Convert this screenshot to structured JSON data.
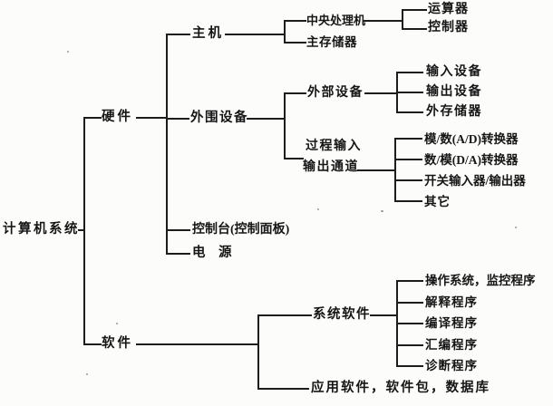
{
  "tree": {
    "root": {
      "label": "计算机系统"
    },
    "hardware": {
      "label": "硬件",
      "host": {
        "label": "主机",
        "cpu": {
          "label": "中央处理机",
          "alu": "运算器",
          "control": "控制器"
        },
        "main_memory": "主存储器"
      },
      "peripheral": {
        "label": "外围设备",
        "external": {
          "label": "外部设备",
          "input": "输入设备",
          "output": "输出设备",
          "storage": "外存储器"
        },
        "process_io": {
          "line1": "过程输入",
          "line2": "输出通道",
          "ad": "模/数(A/D)转换器",
          "da": "数/模(D/A)转换器",
          "switch": "开关输入器/输出器",
          "other": "其它"
        }
      },
      "console": "控制台(控制面板)",
      "power": "电　源"
    },
    "software": {
      "label": "软件",
      "system": {
        "label": "系统软件",
        "os": "操作系统，监控程序",
        "interpreter": "解释程序",
        "compiler": "编译程序",
        "assembler": "汇编程序",
        "diagnostic": "诊断程序"
      },
      "application": "应用软件，软件包，数据库"
    }
  }
}
